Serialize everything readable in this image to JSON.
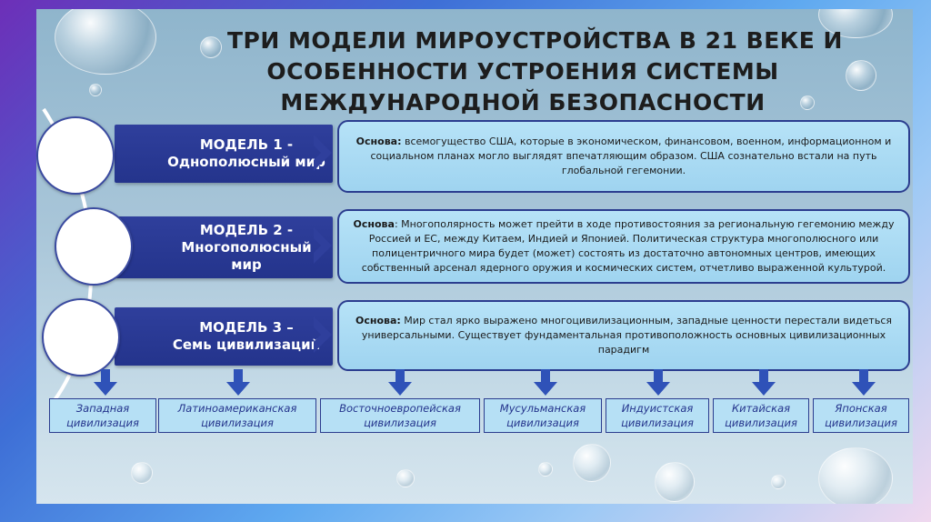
{
  "title": {
    "line1": "ТРИ МОДЕЛИ МИРОУСТРОЙСТВА В 21 ВЕКЕ И",
    "line2": "ОСОБЕННОСТИ УСТРОЕНИЯ СИСТЕМЫ",
    "line3": "МЕЖДУНАРОДНОЙ БЕЗОПАСНОСТИ"
  },
  "models": [
    {
      "label_line1": "МОДЕЛЬ 1 -",
      "label_line2": "Однополюсный мир",
      "label_line3": "",
      "desc_prefix": "Основа:",
      "desc_text": " всемогущество США, которые в экономическом, финансовом, военном, информационном и социальном планах могло выглядят впечатляющим образом. США сознательно встали на путь глобальной гегемонии."
    },
    {
      "label_line1": "МОДЕЛЬ 2 -",
      "label_line2": "Многополюсный",
      "label_line3": "мир",
      "desc_prefix": "Основа",
      "desc_text": ": Многополярность может прейти в ходе противостояния за региональную гегемонию между Россией и ЕС, между Китаем, Индией и Японией. Политическая структура многополюсного или полицентричного мира будет (может) состоять из достаточно автономных центров, имеющих собственный арсенал ядерного оружия и космических систем, отчетливо выраженной культурой."
    },
    {
      "label_line1": "МОДЕЛЬ 3 –",
      "label_line2": "Семь цивилизаций",
      "label_line3": "",
      "desc_prefix": "Основа:",
      "desc_text": " Мир стал ярко выражено многоцивилизационным, западные ценности перестали видеться универсальными. Существует фундаментальная противоположность основных цивилизационных парадигм"
    }
  ],
  "civilizations": [
    {
      "line1": "Западная",
      "line2": "цивилизация"
    },
    {
      "line1": "Латиноамериканская",
      "line2": "цивилизация"
    },
    {
      "line1": "Восточноевропейская",
      "line2": "цивилизация"
    },
    {
      "line1": "Мусульманская",
      "line2": "цивилизация"
    },
    {
      "line1": "Индуистская",
      "line2": "цивилизация"
    },
    {
      "line1": "Китайская",
      "line2": "цивилизация"
    },
    {
      "line1": "Японская",
      "line2": "цивилизация"
    }
  ],
  "colors": {
    "model_bar": "#24348c",
    "desc_box": "#a8daf3",
    "civ_text": "#24348c"
  }
}
